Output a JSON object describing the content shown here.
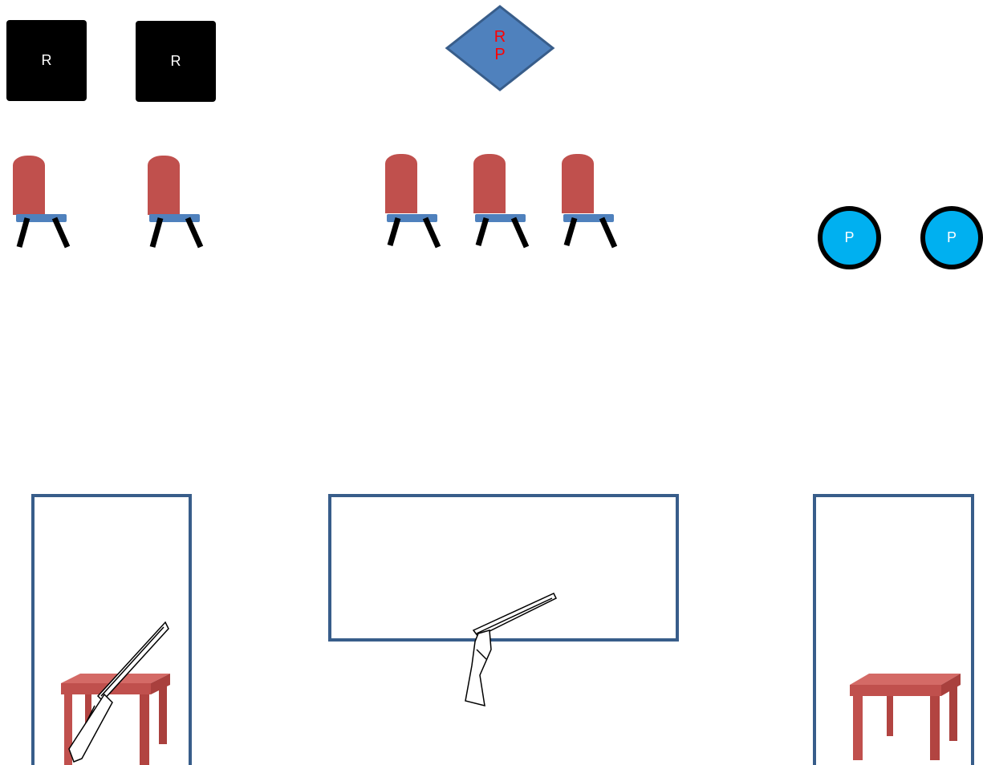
{
  "colors": {
    "role_box": "#000000",
    "role_text": "#ffffff",
    "diamond_fill": "#4f81bd",
    "diamond_stroke": "#385d8a",
    "diamond_text": "#ff0000",
    "chair_back": "#c0504d",
    "chair_seat": "#4f81bd",
    "chair_legs": "#000000",
    "person_fill": "#00b0f0",
    "person_stroke": "#000000",
    "person_text": "#ffffff",
    "booth_stroke": "#385d8a",
    "table_fill": "#c0504d"
  },
  "roles": [
    {
      "label": "R"
    },
    {
      "label": "R"
    }
  ],
  "rp_diamond": {
    "line1": "R",
    "line2": "P"
  },
  "people": [
    {
      "label": "P"
    },
    {
      "label": "P"
    }
  ],
  "chairs": [
    {
      "icon": "chair-icon"
    },
    {
      "icon": "chair-icon"
    },
    {
      "icon": "chair-icon"
    },
    {
      "icon": "chair-icon"
    },
    {
      "icon": "chair-icon"
    }
  ],
  "booths": [
    {
      "icon": "booth-outline",
      "contents": [
        "table-icon",
        "rifle-icon"
      ]
    },
    {
      "icon": "booth-outline",
      "contents": [
        "shotgun-icon"
      ]
    },
    {
      "icon": "booth-outline",
      "contents": [
        "table-icon"
      ]
    }
  ]
}
